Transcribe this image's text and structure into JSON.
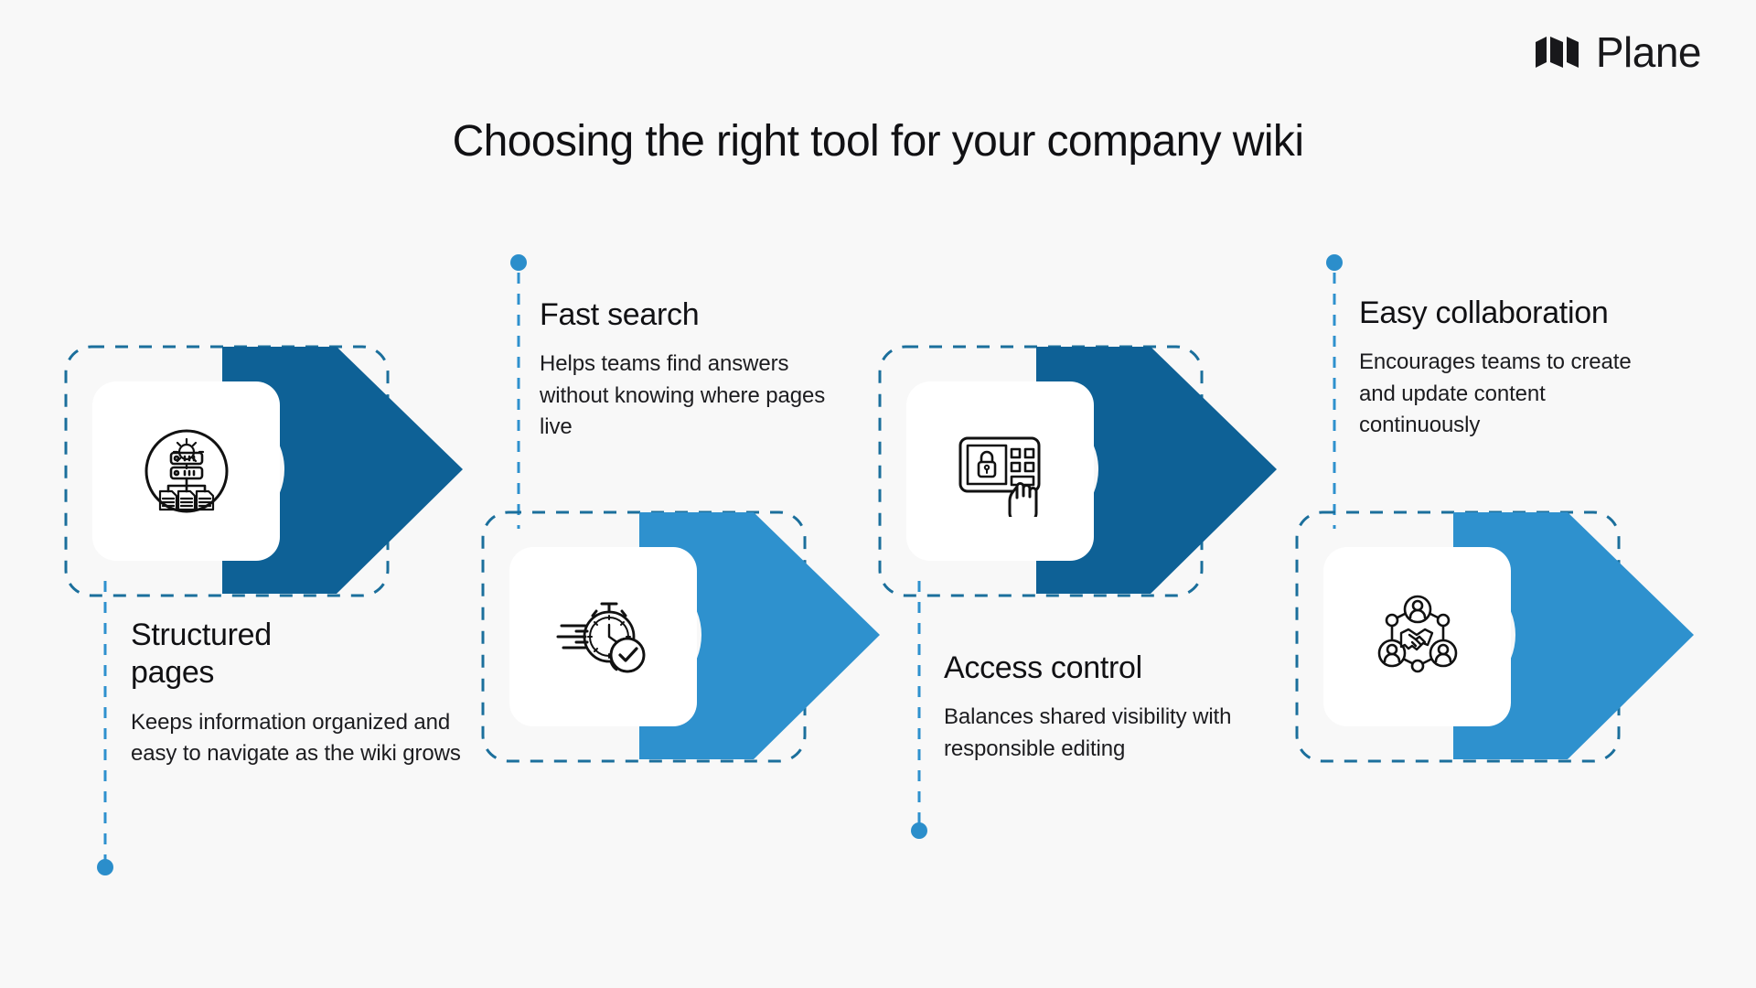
{
  "background_color": "#f8f8f8",
  "brand": {
    "name": "Plane",
    "logo_icon": "plane-logo-icon",
    "color": "#18181b"
  },
  "title": "Choosing the right tool for your company wiki",
  "colors": {
    "arrow_dark": "#0e6196",
    "arrow_light": "#2e91ce",
    "dashed_outline": "#1b6f9c",
    "connector": "#2e91ce",
    "connector_dot": "#2b8ecb",
    "tile": "#ffffff",
    "text": "#111114"
  },
  "steps": [
    {
      "id": "structured-pages",
      "heading": "Structured\npages",
      "body": "Keeps information organized and easy to navigate as the wiki grows",
      "icon": "structured-pages-icon",
      "arrow_color": "#0e6196",
      "row": "top",
      "connector_dot_position": "bottom"
    },
    {
      "id": "fast-search",
      "heading": "Fast search",
      "body": "Helps teams find answers without knowing where pages live",
      "icon": "stopwatch-check-icon",
      "arrow_color": "#2e91ce",
      "row": "bottom",
      "connector_dot_position": "top"
    },
    {
      "id": "access-control",
      "heading": "Access control",
      "body": "Balances shared visibility with responsible editing",
      "icon": "keypad-lock-hand-icon",
      "arrow_color": "#0e6196",
      "row": "top",
      "connector_dot_position": "bottom"
    },
    {
      "id": "easy-collaboration",
      "heading": "Easy collaboration",
      "body": "Encourages teams to create and update content continuously",
      "icon": "collaboration-network-icon",
      "arrow_color": "#2e91ce",
      "row": "bottom",
      "connector_dot_position": "top"
    }
  ]
}
